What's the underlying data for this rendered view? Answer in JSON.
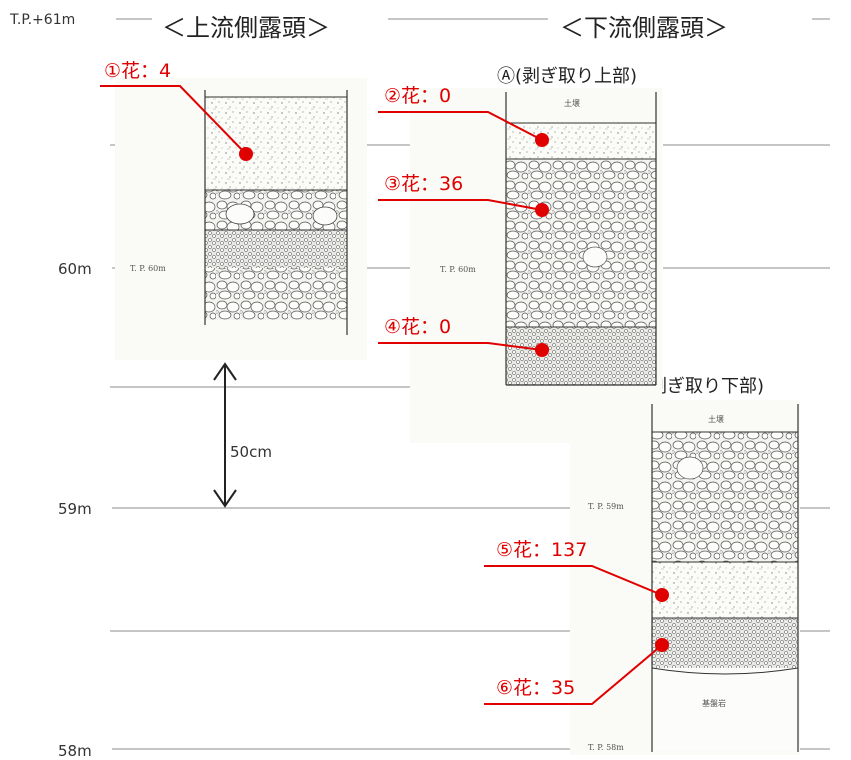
{
  "titles": {
    "upstream": "＜上流側露頭＞",
    "downstream": "＜下流側露頭＞"
  },
  "sections": {
    "A": "Ⓐ(剥ぎ取り上部)",
    "C": "Ⓒ(剥ぎ取り下部)"
  },
  "elevations": {
    "top": "T.P.+61m",
    "e60": "60m",
    "e59": "59m",
    "e58": "58m"
  },
  "scale_label": "50cm",
  "samples": [
    {
      "label": "①花：4"
    },
    {
      "label": "②花：0"
    },
    {
      "label": "③花：36"
    },
    {
      "label": "④花：0"
    },
    {
      "label": "⑤花：137"
    },
    {
      "label": "⑥花：35"
    }
  ],
  "log_text": {
    "up_tp": "T. P. 60m",
    "a_soil": "土壌",
    "a_tp": "T. P. 60m",
    "c_soil": "土壌",
    "c_tp59": "T. P. 59m",
    "c_bedrock": "基盤岩",
    "c_tp58": "T. P. 58m"
  },
  "colors": {
    "accent": "#e00000",
    "gridline": "#8c8c8c"
  }
}
